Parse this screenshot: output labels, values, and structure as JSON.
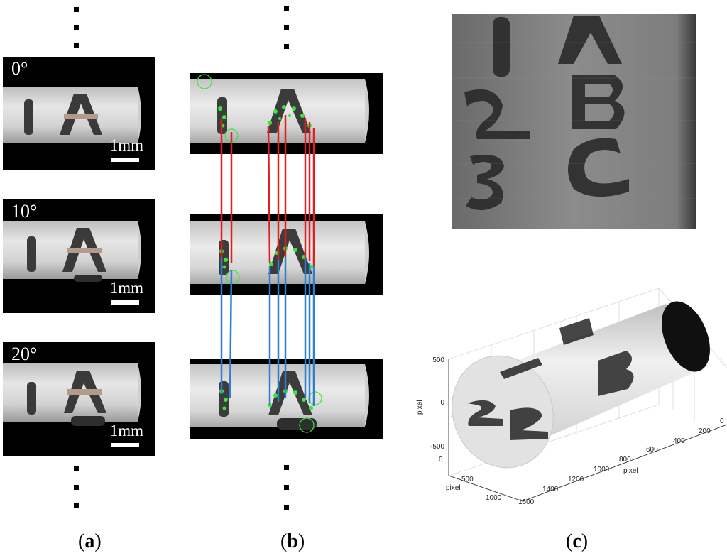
{
  "panel_a": {
    "frames": [
      {
        "angle": "0°",
        "scale": "1mm"
      },
      {
        "angle": "10°",
        "scale": "1mm"
      },
      {
        "angle": "20°",
        "scale": "1mm"
      }
    ],
    "caption_open": "(",
    "caption_letter": "a",
    "caption_close": ")"
  },
  "panel_b": {
    "caption_open": "(",
    "caption_letter": "b",
    "caption_close": ")"
  },
  "panel_c": {
    "z_label": "pixel",
    "y_label": "pixel",
    "x_label": "pixel",
    "z_ticks": [
      "500",
      "0",
      "-500"
    ],
    "y_ticks": [
      "0",
      "500",
      "1000"
    ],
    "x_ticks": [
      "1600",
      "1400",
      "1200",
      "1000",
      "800",
      "600",
      "400",
      "200",
      "0"
    ],
    "caption_open": "(",
    "caption_letter": "c",
    "caption_close": ")"
  },
  "colors": {
    "match_red": "#e02020",
    "match_blue": "#2f7fd0",
    "feature_green": "#39e639"
  }
}
